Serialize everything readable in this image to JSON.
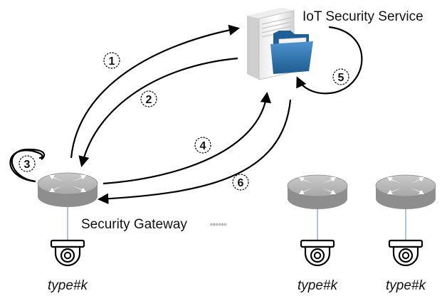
{
  "service": {
    "label": "IoT Security Service",
    "icon": "server-with-folder-icon"
  },
  "gateway": {
    "label": "Security Gateway",
    "icon": "router-icon"
  },
  "ellipsis": "◦◦◦◦◦◦",
  "devices": [
    {
      "label": "type#k",
      "icon": "camera-icon"
    },
    {
      "label": "type#k",
      "icon": "camera-icon"
    },
    {
      "label": "type#k",
      "icon": "camera-icon"
    }
  ],
  "steps": [
    "1",
    "2",
    "3",
    "4",
    "5",
    "6"
  ],
  "colors": {
    "router_top": "#b7b7b7",
    "router_side": "#8e8e8e",
    "folder": "#2a6fa8",
    "line": "#000000",
    "link": "#7a9cc8"
  }
}
